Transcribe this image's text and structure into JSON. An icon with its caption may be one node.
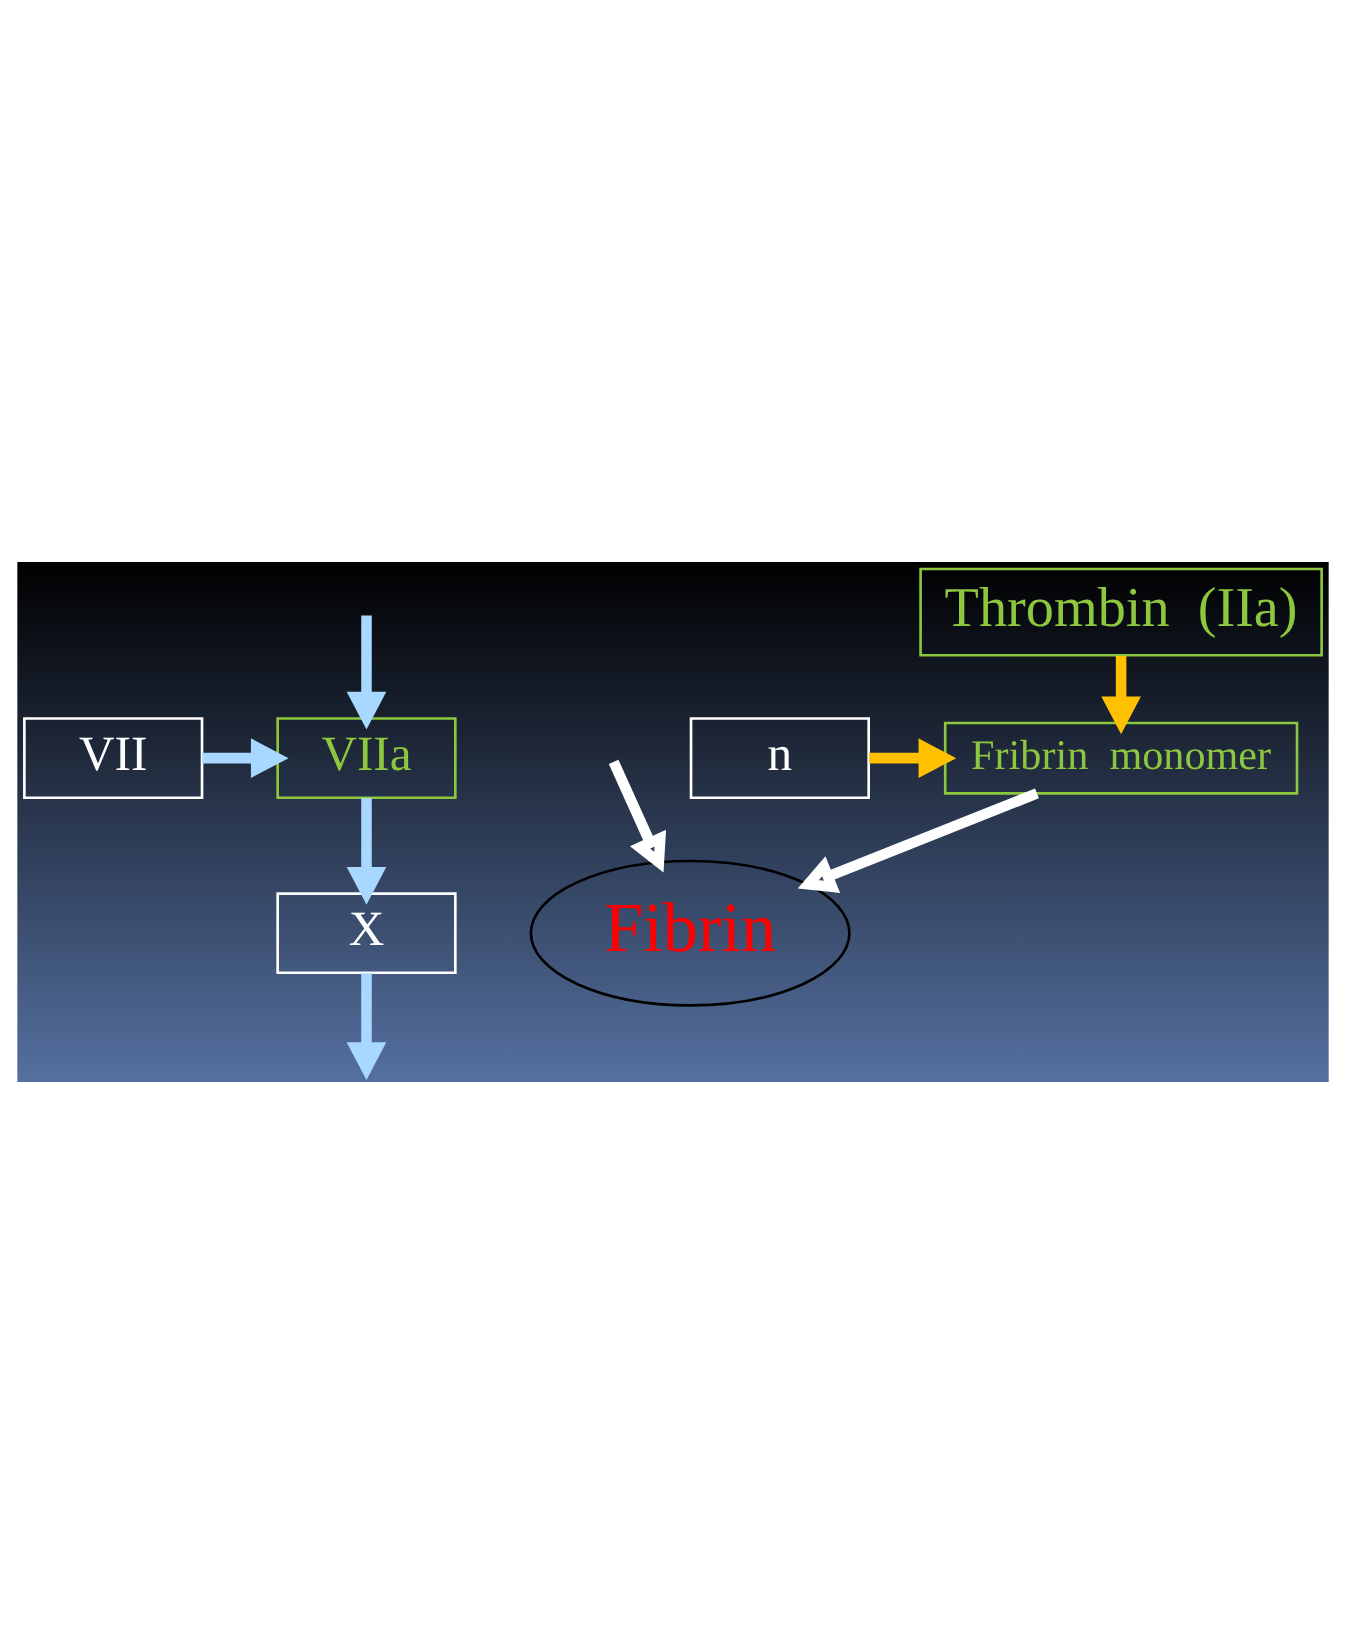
{
  "diagram": {
    "nodes": [
      {
        "text": [
          "VIIa"
        ]
      },
      {
        "text": [
          "VII"
        ]
      },
      {
        "text": [
          "X"
        ]
      },
      {
        "text": [
          "Thrombin  (IIa)"
        ]
      },
      {
        "text": [
          "n"
        ]
      },
      {
        "text": [
          "Fribrin  monomer"
        ]
      },
      {
        "text": [
          "Fibrin"
        ]
      }
    ],
    "edges": [
      {
        "from": null,
        "to": 0,
        "arrow": "to"
      },
      {
        "from": 1,
        "to": 0,
        "arrow": "to"
      },
      {
        "from": 0,
        "to": 2,
        "arrow": "to"
      },
      {
        "from": 2,
        "to": null,
        "arrow": "to"
      },
      {
        "from": 3,
        "to": 5,
        "arrow": "to",
        "color": "#ffc000"
      },
      {
        "from": 4,
        "to": 5,
        "arrow": "to",
        "color": "#ffc000"
      },
      {
        "from": 5,
        "to": 6,
        "arrow": "to",
        "color": "#ffffff"
      },
      {
        "from": null,
        "to": 6,
        "arrow": "to",
        "color": "#ffffff"
      }
    ]
  }
}
